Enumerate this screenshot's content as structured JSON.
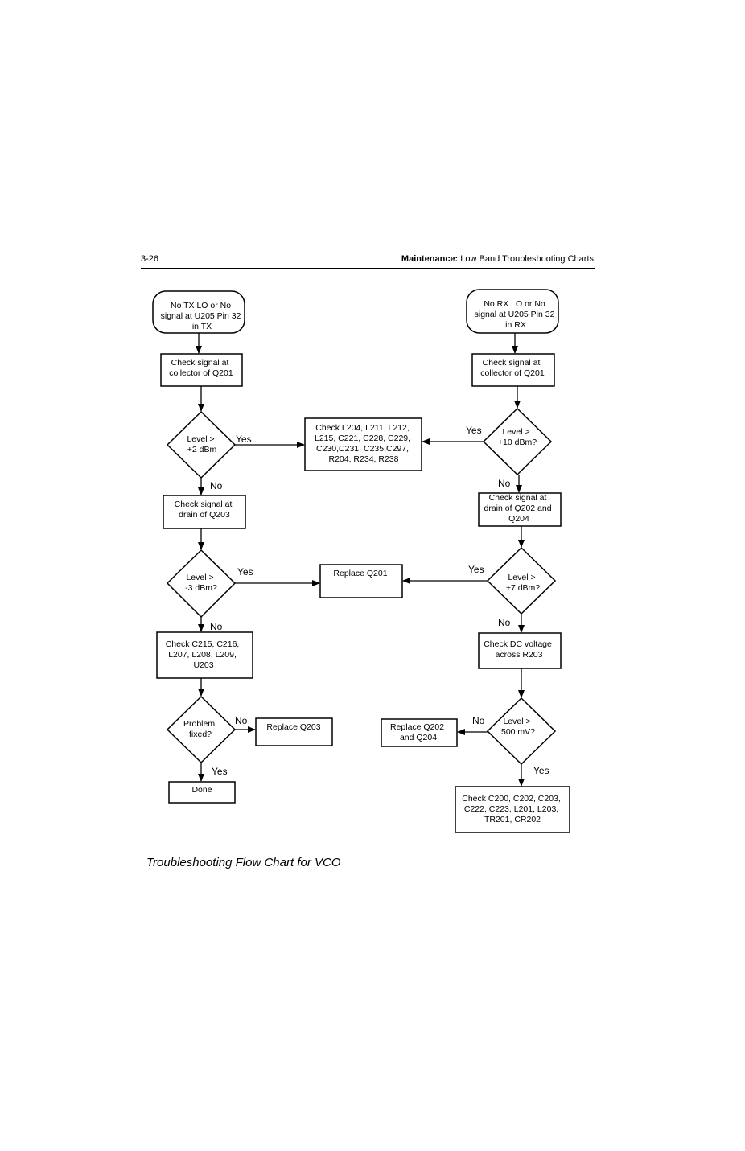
{
  "header": {
    "page_number": "3-26",
    "section_bold": "Maintenance:",
    "section_rest": "Low Band Troubleshooting Charts"
  },
  "caption": "Troubleshooting Flow Chart for VCO",
  "nodes": {
    "start_tx": [
      "No TX LO or No",
      "signal at U205 Pin 32",
      "in TX"
    ],
    "start_rx": [
      "No RX LO or No",
      "signal at U205 Pin 32",
      "in RX"
    ],
    "check_q201_tx": [
      "Check signal at",
      "collector of Q201"
    ],
    "check_q201_rx": [
      "Check signal at",
      "collector of Q201"
    ],
    "level_2dbm": [
      "Level >",
      "+2 dBm"
    ],
    "level_10dbm": [
      "Level >",
      "+10 dBm?"
    ],
    "check_components": [
      "Check L204, L211, L212,",
      "L215, C221, C228, C229,",
      "C230,C231, C235,C297,",
      "R204, R234, R238"
    ],
    "check_q203": [
      "Check signal at",
      "drain of Q203"
    ],
    "check_q202_q204": [
      "Check signal at",
      "drain of Q202 and",
      "Q204"
    ],
    "level_m3dbm": [
      "Level >",
      "-3 dBm?"
    ],
    "replace_q201": [
      "Replace Q201"
    ],
    "level_7dbm": [
      "Level >",
      "+7 dBm?"
    ],
    "check_c215": [
      "Check C215, C216,",
      "L207, L208, L209,",
      "U203"
    ],
    "check_dc": [
      "Check DC voltage",
      "across R203"
    ],
    "problem_fixed": [
      "Problem",
      "fixed?"
    ],
    "replace_q203": [
      "Replace Q203"
    ],
    "replace_q202": [
      "Replace Q202",
      "and Q204"
    ],
    "level_500mv": [
      "Level >",
      "500 mV?"
    ],
    "done": [
      "Done"
    ],
    "check_c200": [
      "Check C200, C202, C203,",
      "C222, C223, L201, L203,",
      "TR201, CR202"
    ]
  },
  "edge_labels": {
    "yes_2dbm": "Yes",
    "no_2dbm": "No",
    "yes_10dbm": "Yes",
    "no_10dbm": "No",
    "yes_m3dbm": "Yes",
    "no_m3dbm": "No",
    "yes_7dbm": "Yes",
    "no_7dbm": "No",
    "no_fixed": "No",
    "yes_fixed": "Yes",
    "no_500mv": "No",
    "yes_500mv": "Yes"
  }
}
